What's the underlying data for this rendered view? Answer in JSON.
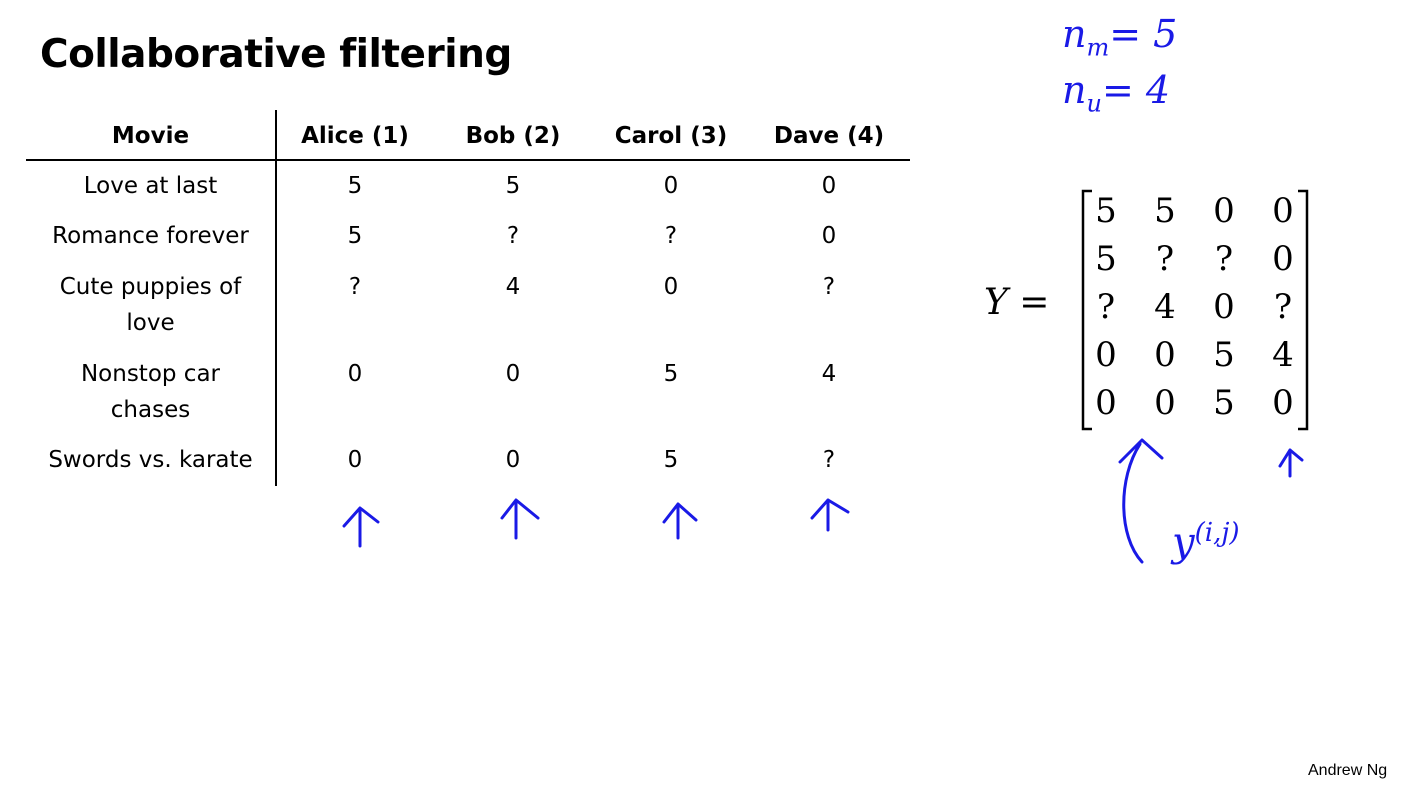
{
  "slide": {
    "title": "Collaborative filtering",
    "credit": "Andrew Ng"
  },
  "table": {
    "headers": [
      "Movie",
      "Alice (1)",
      "Bob (2)",
      "Carol (3)",
      "Dave (4)"
    ],
    "rows": [
      {
        "movie": [
          "Love at last"
        ],
        "ratings": [
          "5",
          "5",
          "0",
          "0"
        ]
      },
      {
        "movie": [
          "Romance forever"
        ],
        "ratings": [
          "5",
          "?",
          "?",
          "0"
        ]
      },
      {
        "movie": [
          "Cute puppies of",
          "love"
        ],
        "ratings": [
          "?",
          "4",
          "0",
          "?"
        ]
      },
      {
        "movie": [
          "Nonstop car",
          "chases"
        ],
        "ratings": [
          "0",
          "0",
          "5",
          "4"
        ]
      },
      {
        "movie": [
          "Swords vs. karate"
        ],
        "ratings": [
          "0",
          "0",
          "5",
          "?"
        ]
      }
    ]
  },
  "equation": {
    "variable": "Y",
    "equals": "=",
    "matrix": [
      [
        "5",
        "5",
        "0",
        "0"
      ],
      [
        "5",
        "?",
        "?",
        "0"
      ],
      [
        "?",
        "4",
        "0",
        "?"
      ],
      [
        "0",
        "0",
        "5",
        "4"
      ],
      [
        "0",
        "0",
        "5",
        "0"
      ]
    ]
  },
  "handwriting": {
    "nm_base": "n",
    "nm_sub": "m",
    "nm_val": "= 5",
    "nu_base": "n",
    "nu_sub": "u",
    "nu_val": "= 4",
    "y_base": "y",
    "y_sup": "(i,j)",
    "ink_color": "#1a1ae6"
  }
}
